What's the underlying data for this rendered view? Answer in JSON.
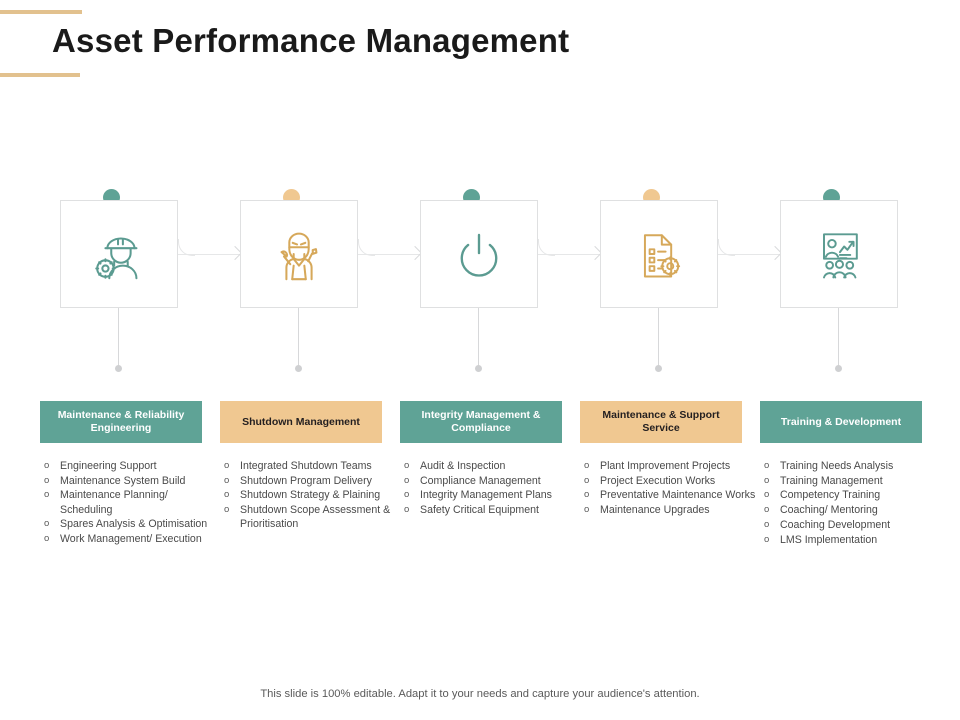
{
  "title": "Asset Performance Management",
  "colors": {
    "teal": "#5fa396",
    "tan": "#f0c891",
    "icon_teal": "#5b9b91",
    "icon_tan": "#d6a85a",
    "deco_line": "#e2c18e",
    "box_border": "#dfe0e1",
    "connector": "#e6e7e8",
    "text_dark": "#231f20",
    "text_body": "#4a4a4a"
  },
  "footer": "This slide is 100% editable. Adapt it to your needs and capture your audience's attention.",
  "columns": [
    {
      "icon": "engineer-hardhat-gear-icon",
      "icon_color": "teal",
      "dot_color": "teal",
      "header": "Maintenance & Reliability Engineering",
      "header_style": "teal",
      "items": [
        "Engineering Support",
        "Maintenance System Build",
        "Maintenance Planning/ Scheduling",
        "Spares Analysis & Optimisation",
        "Work Management/ Execution"
      ]
    },
    {
      "icon": "worker-mask-wrench-icon",
      "icon_color": "tan",
      "dot_color": "tan",
      "header": "Shutdown Management",
      "header_style": "tan",
      "items": [
        "Integrated Shutdown Teams",
        "Shutdown Program Delivery",
        "Shutdown Strategy & Plaining",
        "Shutdown Scope Assessment & Prioritisation"
      ]
    },
    {
      "icon": "power-button-icon",
      "icon_color": "teal",
      "dot_color": "teal",
      "header": "Integrity Management & Compliance",
      "header_style": "teal",
      "items": [
        "Audit & Inspection",
        "Compliance Management",
        "Integrity Management Plans",
        "Safety Critical Equipment"
      ]
    },
    {
      "icon": "checklist-document-gear-icon",
      "icon_color": "tan",
      "dot_color": "tan",
      "header": "Maintenance & Support Service",
      "header_style": "tan",
      "items": [
        "Plant Improvement Projects",
        "Project Execution Works",
        "Preventative Maintenance Works",
        "Maintenance Upgrades"
      ]
    },
    {
      "icon": "training-presentation-people-icon",
      "icon_color": "teal",
      "dot_color": "teal",
      "header": "Training & Development",
      "header_style": "teal",
      "items": [
        "Training Needs Analysis",
        "Training Management",
        "Competency Training",
        "Coaching/ Mentoring",
        "Coaching Development",
        "LMS Implementation"
      ]
    }
  ],
  "bullet_marker": "o"
}
